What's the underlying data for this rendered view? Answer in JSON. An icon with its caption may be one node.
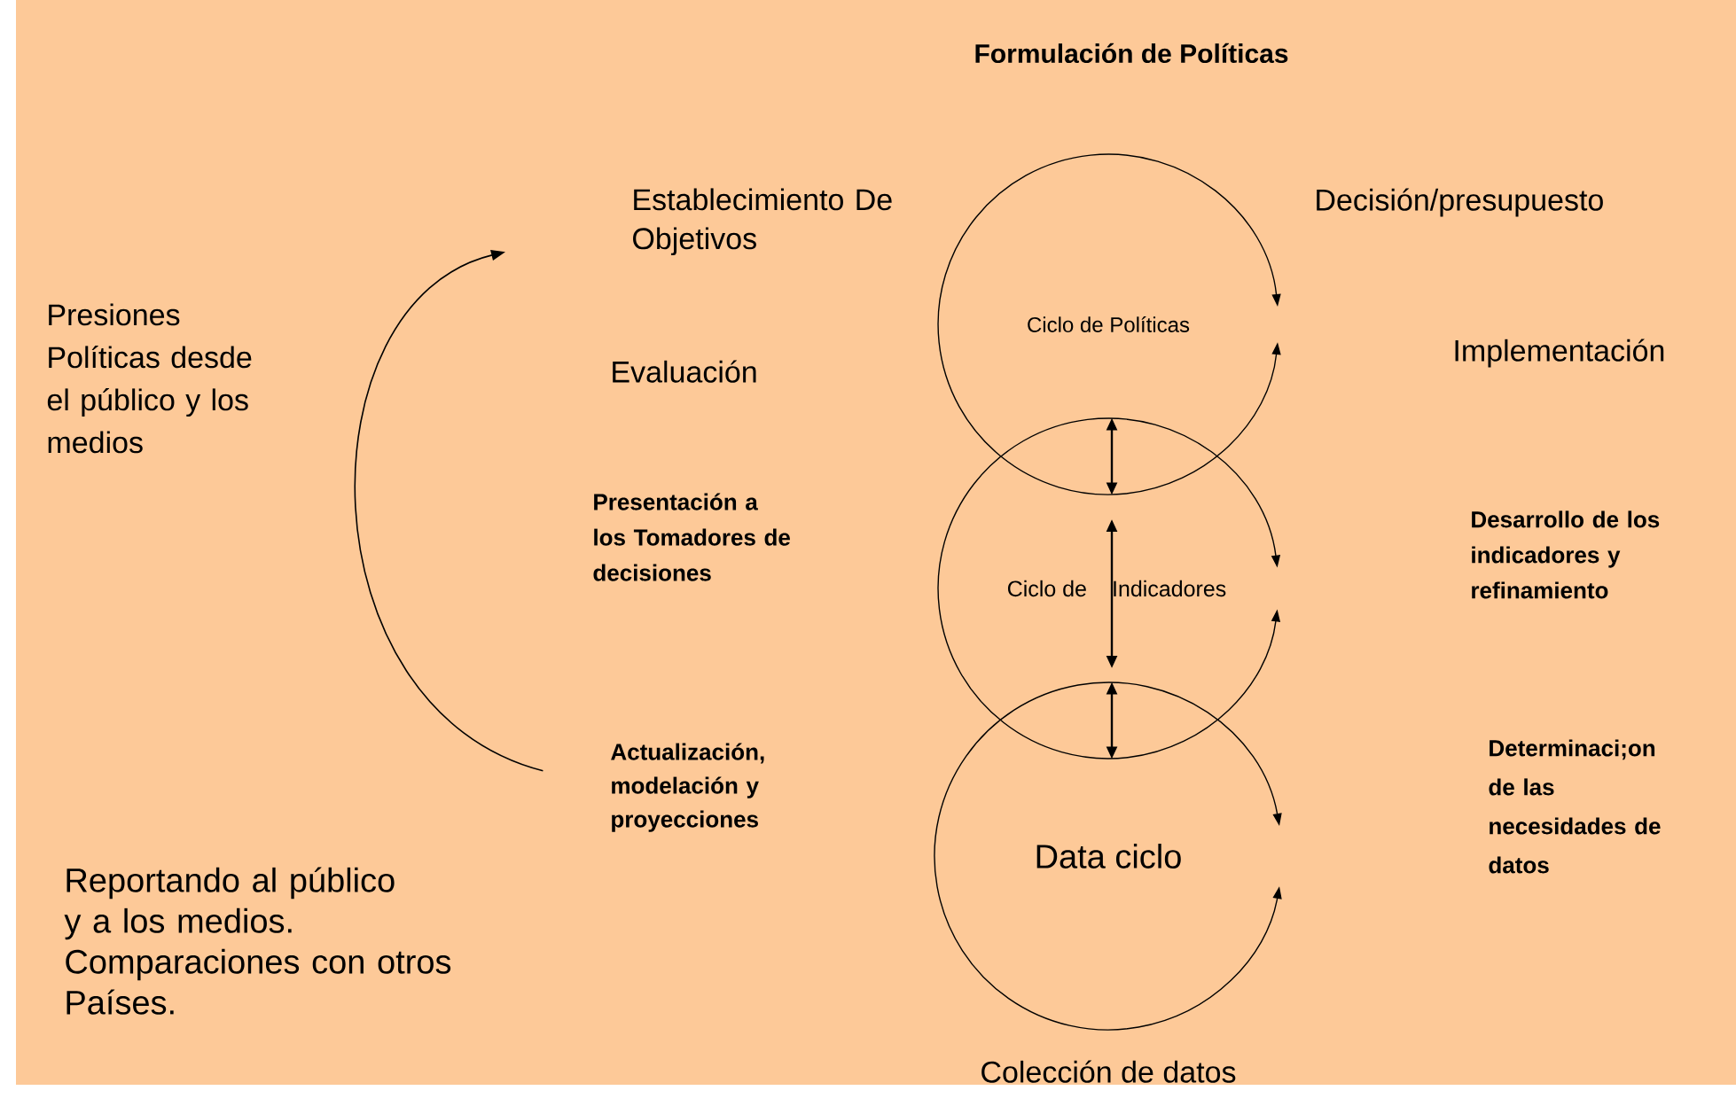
{
  "diagram": {
    "title": "Formulación de Políticas",
    "nodes": [
      {
        "text": [
          "Ciclo de Políticas"
        ]
      },
      {
        "text": [
          "Ciclo de",
          "Indicadores"
        ]
      },
      {
        "text": [
          "Data ciclo"
        ]
      },
      {
        "text": [
          "Establecimiento De Objetivos"
        ]
      },
      {
        "text": [
          "Actualización, modelación y proyecciones"
        ]
      }
    ],
    "edges": [
      {
        "from": 1,
        "to": 0,
        "arrow": "both"
      },
      {
        "from": 2,
        "to": 1,
        "arrow": "both"
      },
      {
        "from": 4,
        "to": 3,
        "arrow": "to"
      }
    ],
    "labels": [
      "Decisión/presupuesto",
      "Implementación",
      "Evaluación",
      "Presentación a los Tomadores de decisiones",
      "Desarrollo de los indicadores y refinamiento",
      "Determinaci;on de las necesidades de datos",
      "Colección de datos",
      "Presiones Políticas desde el público y los medios",
      "Reportando al público y a los medios. Comparaciones con otros Países."
    ]
  }
}
